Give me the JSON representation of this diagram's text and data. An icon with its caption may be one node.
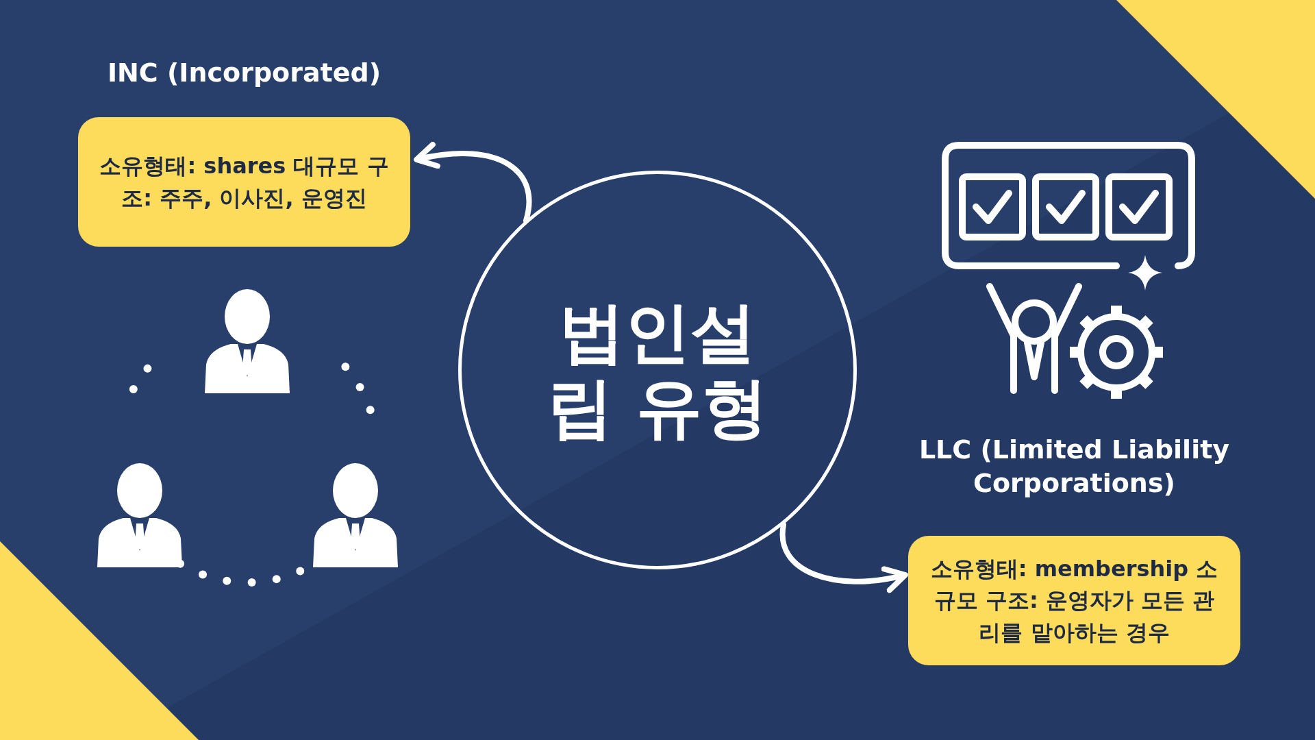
{
  "diagram": {
    "nodes": [
      {
        "text": [
          "법인설립 유형"
        ]
      },
      {
        "text": [
          "INC (Incorporated)",
          "소유형태: shares 대규모 구조: 주주, 이사진, 운영진"
        ]
      },
      {
        "text": [
          "LLC (Limited Liability Corporations)",
          "소유형태: membership 소규모 구조: 운영자가 모든 관리를 맡아하는 경우"
        ]
      }
    ],
    "edges": [
      {
        "from": 0,
        "to": 1,
        "arrow": "to"
      },
      {
        "from": 0,
        "to": 2,
        "arrow": "to"
      }
    ]
  }
}
